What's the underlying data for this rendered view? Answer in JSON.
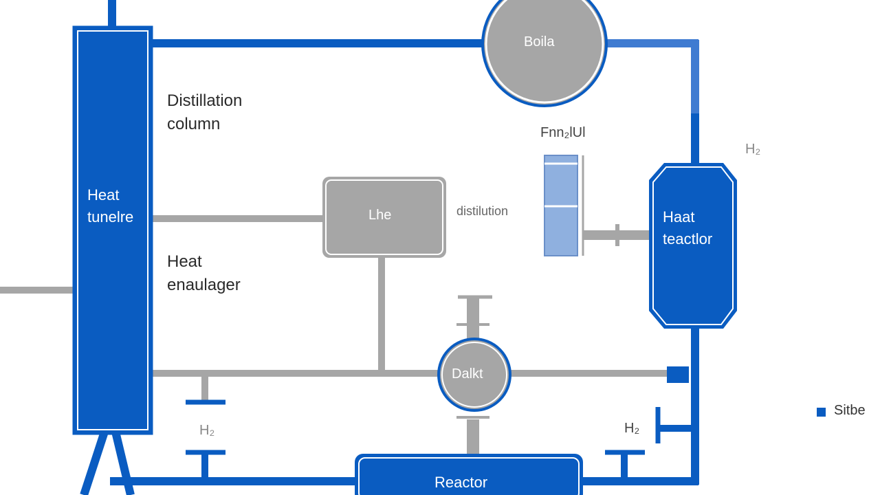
{
  "colors": {
    "blue": "#0a5cc1",
    "grey": "#a6a6a6",
    "light_blue": "#8fb0df"
  },
  "labels": {
    "distillation_column": [
      "Distillation",
      "column"
    ],
    "heat_exchanger": [
      "Heat",
      "enaulager"
    ],
    "column_inner": [
      "Heat",
      "tunelre"
    ],
    "reactor_right": [
      "Haat",
      "teactlor"
    ],
    "top_vessel": "Boila",
    "middle_box": "Lhe",
    "middle_side": "distilution",
    "pump": "Dalkt",
    "reactor_bottom": "Reactor",
    "tank_top": "Fnn₂lUl",
    "h2_top_right": "H₂",
    "h2_bottom_left": "H₂",
    "h2_bottom_right": "H₂"
  },
  "legend": {
    "label": "Sitbe"
  }
}
